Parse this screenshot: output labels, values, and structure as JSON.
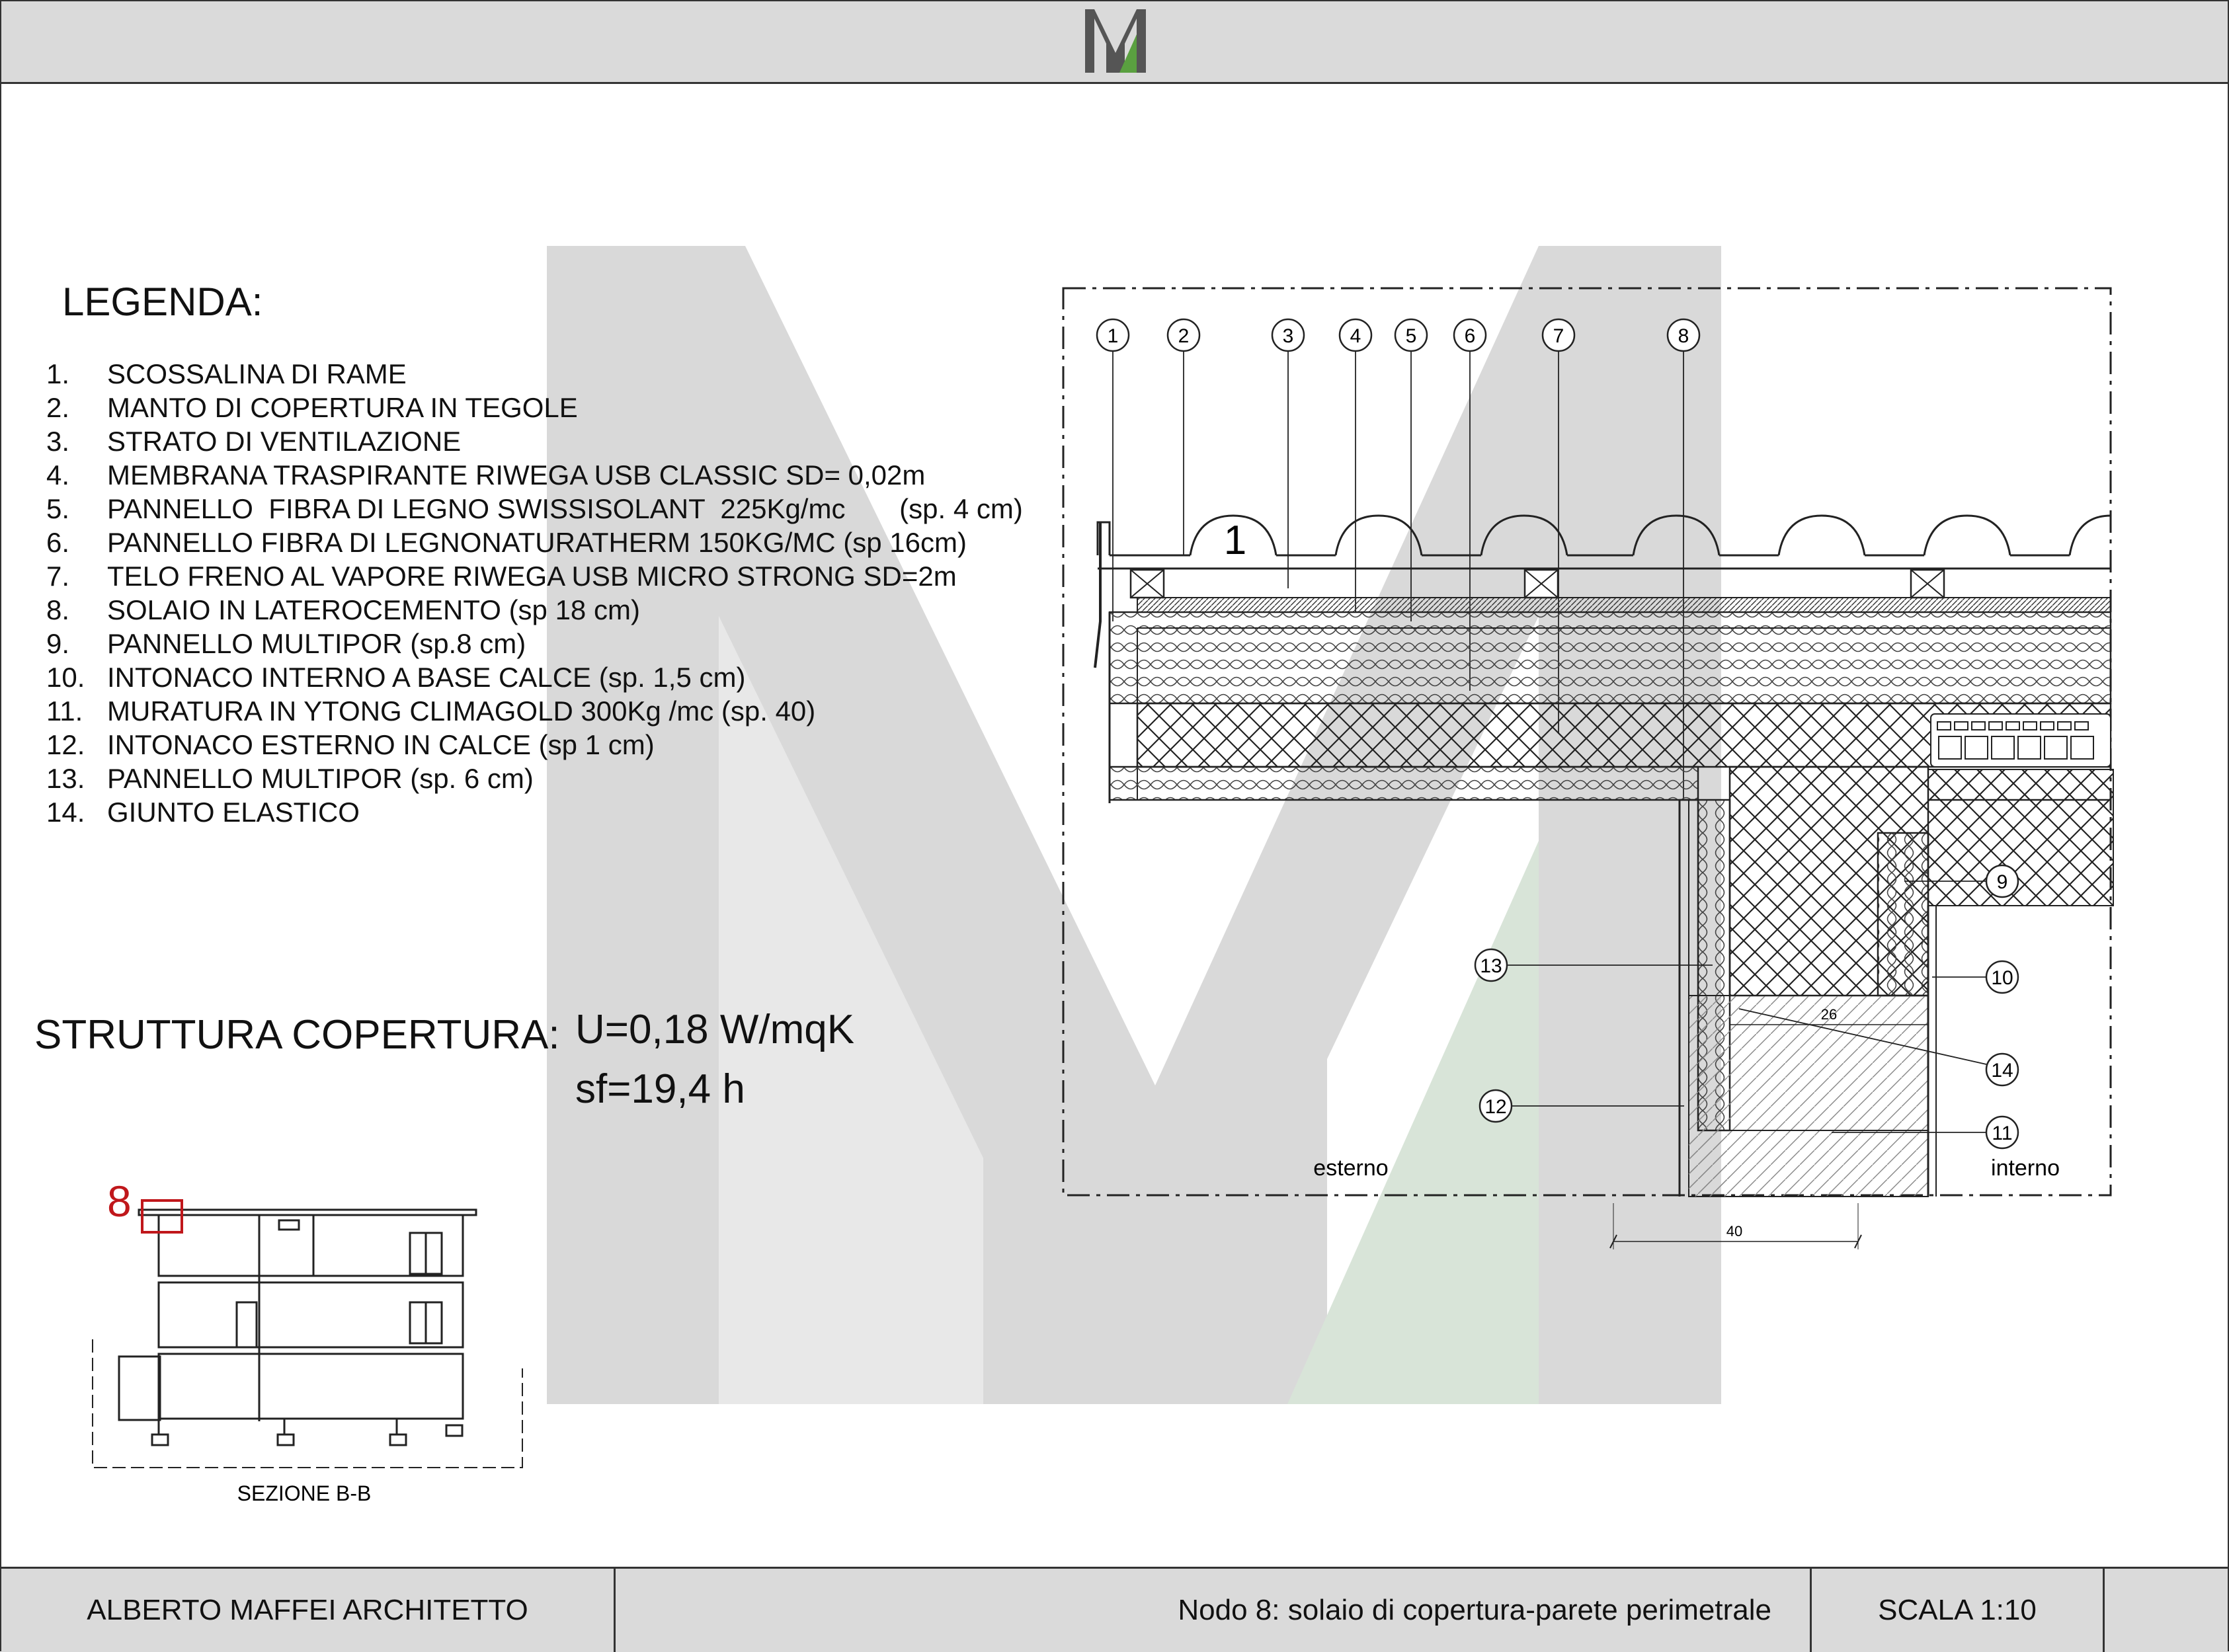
{
  "legend": {
    "title": "LEGENDA:",
    "items": [
      {
        "num": "1.",
        "text": "SCOSSALINA DI RAME"
      },
      {
        "num": "2.",
        "text": "MANTO DI COPERTURA IN TEGOLE"
      },
      {
        "num": "3.",
        "text": "STRATO DI VENTILAZIONE"
      },
      {
        "num": "4.",
        "text": "MEMBRANA TRASPIRANTE RIWEGA USB CLASSIC SD= 0,02m"
      },
      {
        "num": "5.",
        "text": "PANNELLO  FIBRA DI LEGNO SWISSISOLANT  225Kg/mc       (sp. 4 cm)"
      },
      {
        "num": "6.",
        "text": "PANNELLO FIBRA DI LEGNONATURATHERM 150KG/MC (sp 16cm)"
      },
      {
        "num": "7.",
        "text": "TELO FRENO AL VAPORE RIWEGA USB MICRO STRONG  SD=2m"
      },
      {
        "num": "8.",
        "text": "SOLAIO IN LATEROCEMENTO (sp 18 cm)"
      },
      {
        "num": "9.",
        "text": "PANNELLO MULTIPOR (sp.8 cm)"
      },
      {
        "num": "10.",
        "text": "INTONACO INTERNO A BASE CALCE  (sp. 1,5 cm)"
      },
      {
        "num": "11.",
        "text": "MURATURA IN YTONG CLIMAGOLD 300Kg /mc (sp. 40)"
      },
      {
        "num": "12.",
        "text": "INTONACO ESTERNO IN CALCE (sp 1 cm)"
      },
      {
        "num": "13.",
        "text": "PANNELLO MULTIPOR (sp. 6 cm)"
      },
      {
        "num": "14.",
        "text": "GIUNTO ELASTICO"
      }
    ]
  },
  "structure": {
    "label": "STRUTTURA COPERTURA:",
    "u_value": "U=0,18 W/mqK",
    "sf_value": "sf=19,4 h"
  },
  "detail": {
    "callouts": [
      "1",
      "2",
      "3",
      "4",
      "5",
      "6",
      "7",
      "8",
      "9",
      "10",
      "11",
      "12",
      "13",
      "14"
    ],
    "tile_label": "1",
    "dim_inner": "26",
    "dim_wall": "40",
    "label_exterior": "esterno",
    "label_interior": "interno"
  },
  "section": {
    "marker": "8",
    "caption": "SEZIONE B-B"
  },
  "titleblock": {
    "author": "ALBERTO MAFFEI ARCHITETTO",
    "title": "Nodo 8: solaio di copertura-parete perimetrale",
    "scale": "SCALA 1:10"
  },
  "colors": {
    "watermark_gray": "#d9d9d9",
    "watermark_green": "#d8e4d8",
    "bar_gray": "#dadada",
    "marker_red": "#c0171b",
    "logo_green": "#5aa040"
  }
}
